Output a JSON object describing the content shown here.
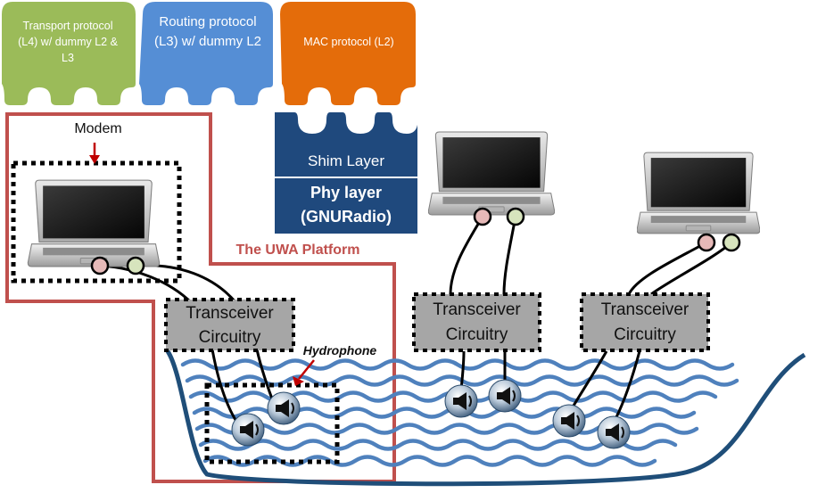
{
  "protocol_stack": {
    "transport_label": "Transport protocol (L4) w/ dummy L2 & L3",
    "routing_label": "Routing protocol (L3) w/ dummy L2",
    "mac_label": "MAC protocol (L2)",
    "shim_label": "Shim Layer",
    "phy_label_line1": "Phy layer",
    "phy_label_line2": "(GNURadio)"
  },
  "annotations": {
    "modem_label": "Modem",
    "platform_label": "The UWA Platform",
    "hydrophone_label": "Hydrophone"
  },
  "transceivers": [
    {
      "line1": "Transceiver",
      "line2": "Circuitry"
    },
    {
      "line1": "Transceiver",
      "line2": "Circuitry"
    },
    {
      "line1": "Transceiver",
      "line2": "Circuitry"
    }
  ],
  "colors": {
    "transport": "#9bbb59",
    "routing": "#558ed5",
    "mac": "#e46c0a",
    "phy": "#1f497d",
    "platform_outline": "#c0504d",
    "water": "#4f81bd",
    "transceiver_fill": "#a6a6a6",
    "connector_red": "#e6b9b8",
    "connector_green": "#d7e4bd"
  },
  "icons": [
    "laptop-icon",
    "hydrophone-icon",
    "arrow-icon"
  ]
}
